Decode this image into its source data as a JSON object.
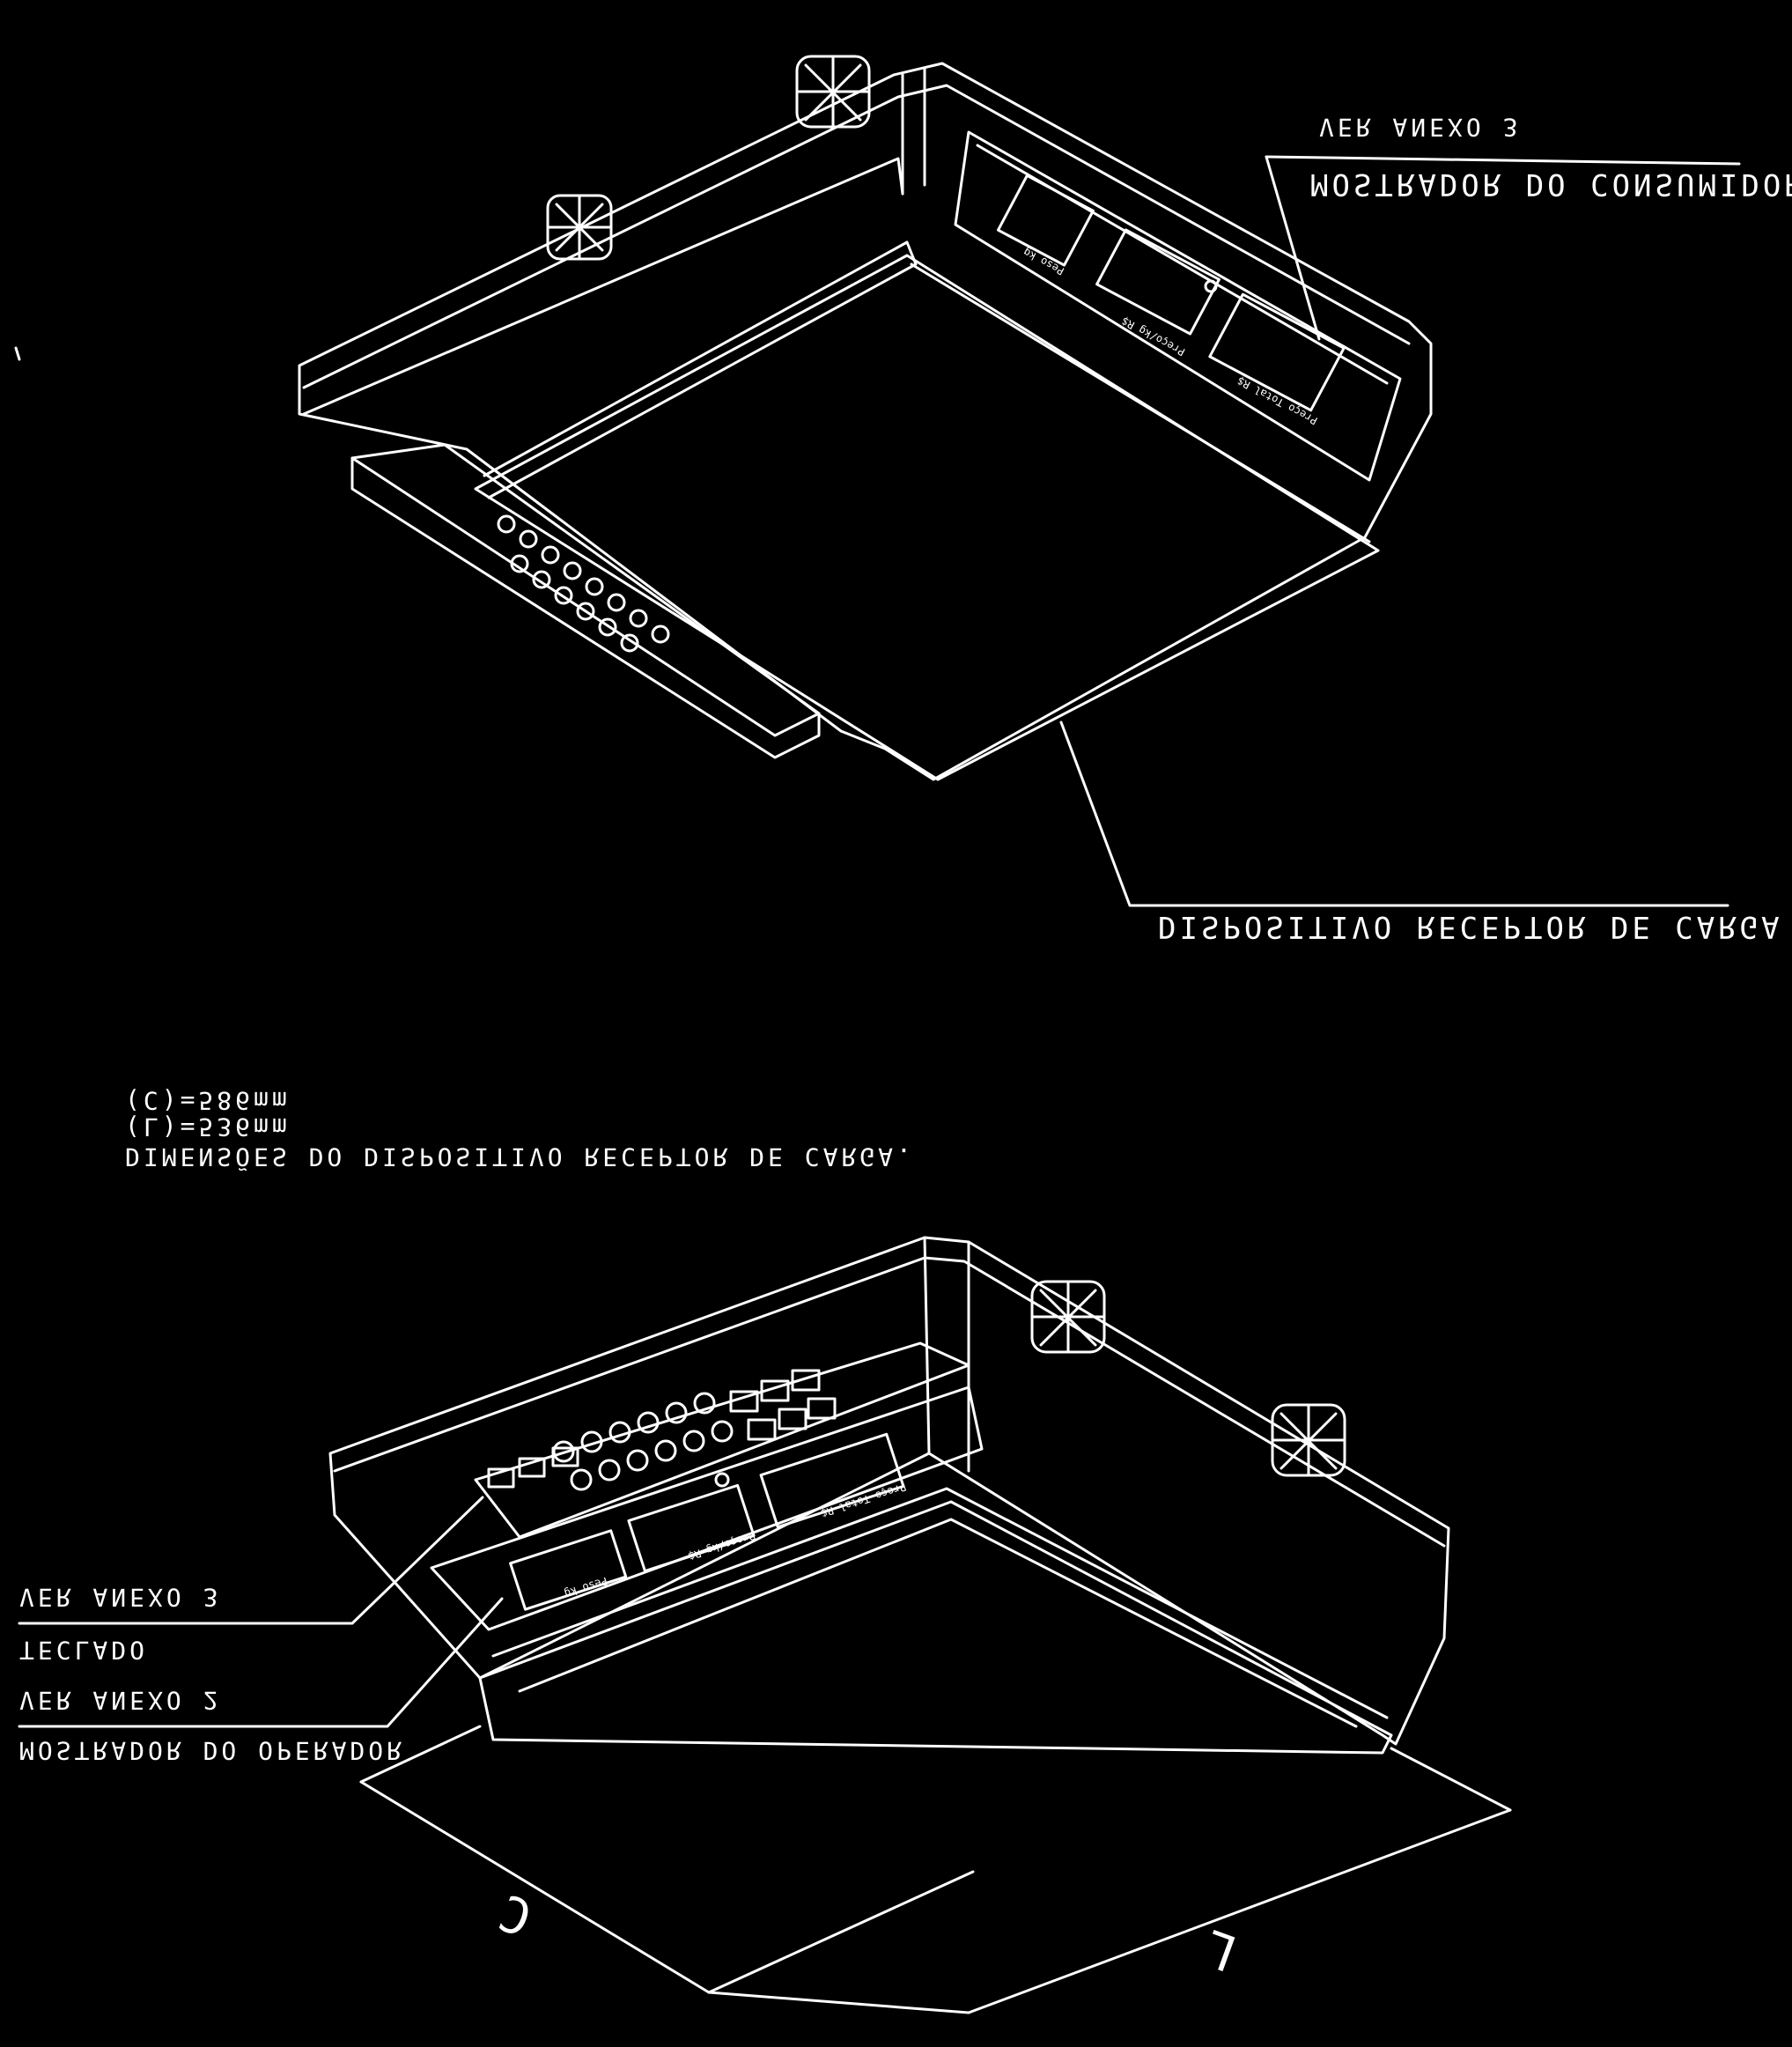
{
  "labels": {
    "ver_anexo_3_top": "VER ANEXO 3",
    "mostrador_consumidor": "MOSTRADOR DO CONSUMIDOR",
    "dispositivo_receptor": "DISPOSITIVO RECEPTOR DE CARGA",
    "dim_c": "(C)=586mm",
    "dim_l": "(L)=536mm",
    "dimensoes_title": "DIMENSÕES DO DISPOSITIVO RECEPTOR DE CARGA.",
    "ver_anexo_3_bottom": "VER ANEXO 3",
    "teclado": "TECLADO",
    "ver_anexo_2": "VER ANEXO 2",
    "mostrador_operador": "MOSTRADOR DO OPERADOR",
    "letter_c": "C",
    "letter_l": "L"
  },
  "panel_labels": {
    "peso": "Peso kg",
    "preco": "Preço/kg R$",
    "preco_total": "Preço Total R$"
  },
  "colors": {
    "background": "#000000",
    "line": "#ffffff"
  }
}
